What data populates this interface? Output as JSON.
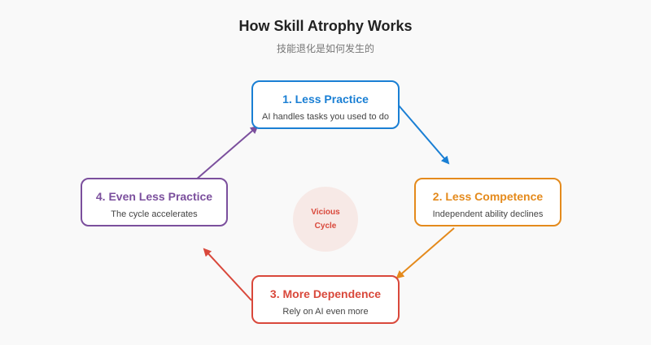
{
  "title": "How Skill Atrophy Works",
  "subtitle": "技能退化是如何发生的",
  "steps": [
    {
      "title": "1. Less Practice",
      "desc": "AI handles tasks you used to do",
      "color": "#1a7fd4"
    },
    {
      "title": "2. Less Competence",
      "desc": "Independent ability declines",
      "color": "#e48a1c"
    },
    {
      "title": "3. More Dependence",
      "desc": "Rely on AI even more",
      "color": "#d9483b"
    },
    {
      "title": "4. Even Less Practice",
      "desc": "The cycle accelerates",
      "color": "#7b4f9d"
    }
  ],
  "center": {
    "line1": "Vicious",
    "line2": "Cycle"
  }
}
